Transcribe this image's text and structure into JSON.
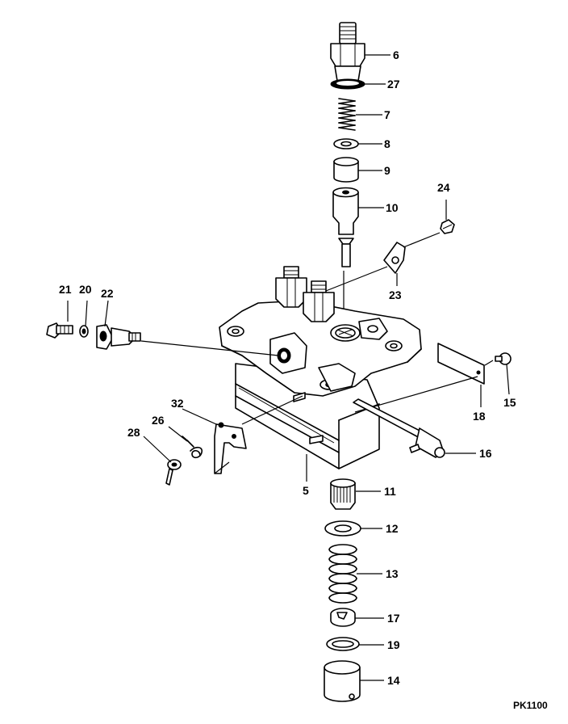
{
  "diagram": {
    "code": "PK1100",
    "callouts": {
      "c6": "6",
      "c27": "27",
      "c7": "7",
      "c8": "8",
      "c9": "9",
      "c10": "10",
      "c24": "24",
      "c23": "23",
      "c21": "21",
      "c20": "20",
      "c22": "22",
      "c32": "32",
      "c26": "26",
      "c28": "28",
      "c5": "5",
      "c18": "18",
      "c15": "15",
      "c16": "16",
      "c11": "11",
      "c12": "12",
      "c13": "13",
      "c17": "17",
      "c19": "19",
      "c14": "14"
    }
  }
}
